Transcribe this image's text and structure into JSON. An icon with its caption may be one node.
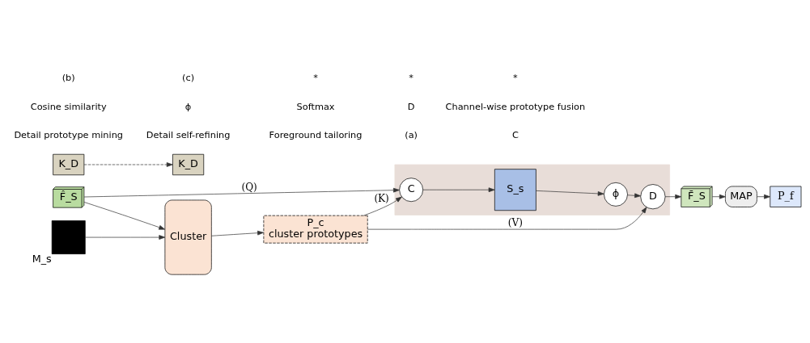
{
  "diagram": {
    "nodes": [
      {
        "text": [
          "F̂_S"
        ]
      },
      {
        "text": [],
        "shape": "box",
        "beside": [
          "M_s"
        ]
      },
      {
        "text": [
          "Cluster"
        ]
      },
      {
        "text": [
          "P_c",
          "cluster prototypes"
        ]
      },
      {
        "text": [],
        "shape": "box"
      },
      {
        "text": [
          "C"
        ],
        "in": 4
      },
      {
        "text": [
          "S_s"
        ],
        "in": 4
      },
      {
        "text": [
          "ϕ"
        ],
        "in": 4
      },
      {
        "text": [
          "D"
        ],
        "in": 4
      },
      {
        "text": [
          "F̄_S"
        ]
      },
      {
        "text": [
          "MAP"
        ]
      },
      {
        "text": [
          "P_f"
        ]
      },
      {
        "text": [
          "K_D"
        ]
      },
      {
        "text": [
          "K_D"
        ]
      }
    ],
    "edges": [
      {
        "from": 0,
        "to": 2,
        "arrow": "to"
      },
      {
        "from": 0,
        "to": 5,
        "arrow": "to",
        "label": "(Q)"
      },
      {
        "from": 1,
        "to": 2,
        "arrow": "to"
      },
      {
        "from": 2,
        "to": 3,
        "arrow": "to"
      },
      {
        "from": 3,
        "to": 5,
        "arrow": "to",
        "label": "(K)"
      },
      {
        "from": 5,
        "to": 6,
        "arrow": "to"
      },
      {
        "from": 6,
        "to": 7,
        "arrow": "to"
      },
      {
        "from": 7,
        "to": 8,
        "arrow": "to"
      },
      {
        "from": 3,
        "to": 8,
        "arrow": "to",
        "label": "(V)"
      },
      {
        "from": 8,
        "to": 9,
        "arrow": "to"
      },
      {
        "from": 9,
        "to": 10,
        "arrow": "to"
      },
      {
        "from": 10,
        "to": 11,
        "arrow": "to"
      },
      {
        "from": 12,
        "to": 13,
        "arrow": "to",
        "style": "dashed"
      }
    ],
    "labels": [
      "Detail prototype mining",
      "Detail self-refining",
      "Foreground tailoring",
      "(a)",
      "C",
      "Cosine similarity",
      "ϕ",
      "Softmax",
      "D",
      "Channel-wise prototype fusion",
      "(b)",
      "(c)",
      "*",
      "*",
      "*"
    ]
  }
}
